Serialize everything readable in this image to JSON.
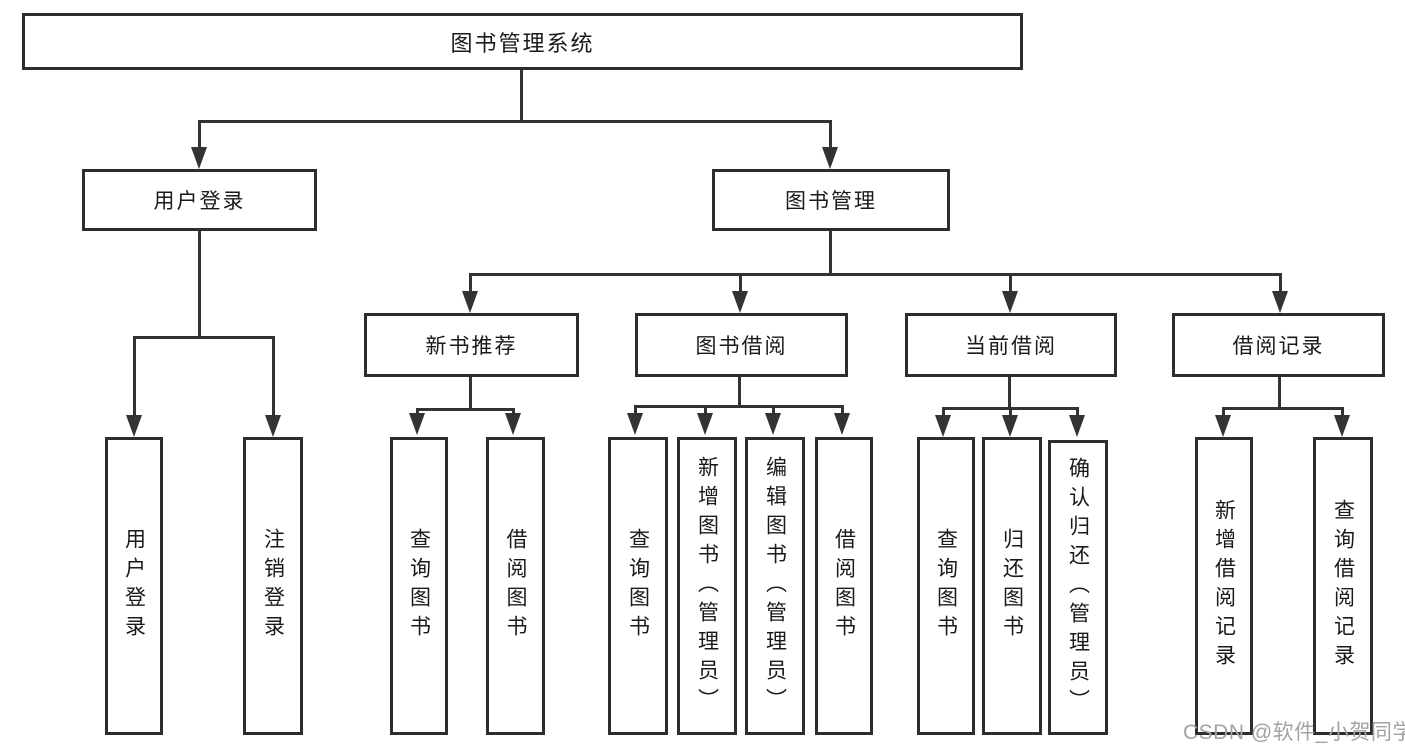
{
  "diagram": {
    "root": "图书管理系统",
    "level2": {
      "user": "用户登录",
      "book": "图书管理"
    },
    "modules": {
      "recommend": "新书推荐",
      "borrow": "图书借阅",
      "current": "当前借阅",
      "records": "借阅记录"
    },
    "leaves": {
      "user_login": "用户登录",
      "user_logout": "注销登录",
      "rec_query": "查询图书",
      "rec_borrow": "借阅图书",
      "bor_query": "查询图书",
      "bor_add": "新增图书（管理员）",
      "bor_edit": "编辑图书（管理员）",
      "bor_borrow": "借阅图书",
      "cur_query": "查询图书",
      "cur_return": "归还图书",
      "cur_confirm": "确认归还（管理员）",
      "rcd_add": "新增借阅记录",
      "rcd_query": "查询借阅记录"
    }
  },
  "watermark": "CSDN @软件_小贺同学",
  "colors": {
    "line": "#333333",
    "node_border": "#2d2d2d",
    "text": "#1a1a1a",
    "watermark": "#a3a3a3",
    "background": "#ffffff"
  }
}
